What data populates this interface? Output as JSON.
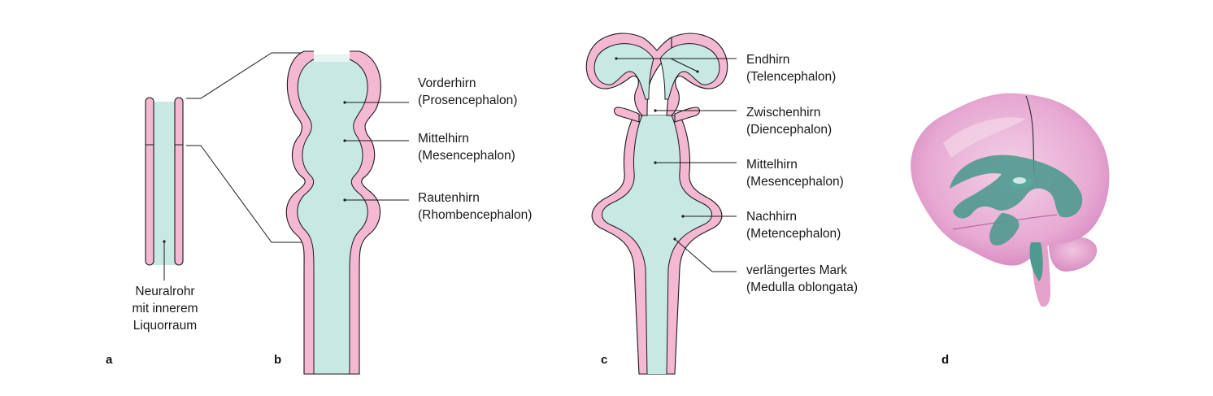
{
  "colors": {
    "wall": "#f4b8d2",
    "lumen": "#c8e8e3",
    "brain_pink": "#e59bcb",
    "ventricle": "#4f9a8f"
  },
  "panels": {
    "a": {
      "letter": "a",
      "label": [
        "Neuralrohr",
        "mit innerem",
        "Liquorraum"
      ]
    },
    "b": {
      "letter": "b",
      "labels": [
        {
          "name": "Vorderhirn",
          "latin": "(Prosencephalon)"
        },
        {
          "name": "Mittelhirn",
          "latin": "(Mesencephalon)"
        },
        {
          "name": "Rautenhirn",
          "latin": "(Rhombencephalon)"
        }
      ]
    },
    "c": {
      "letter": "c",
      "labels": [
        {
          "name": "Endhirn",
          "latin": "(Telencephalon)"
        },
        {
          "name": "Zwischenhirn",
          "latin": "(Diencephalon)"
        },
        {
          "name": "Mittelhirn",
          "latin": "(Mesencephalon)"
        },
        {
          "name": "Nachhirn",
          "latin": "(Metencephalon)"
        },
        {
          "name": "verlängertes Mark",
          "latin": "(Medulla oblongata)"
        }
      ]
    },
    "d": {
      "letter": "d",
      "illustration": "brain-with-ventricles"
    }
  }
}
